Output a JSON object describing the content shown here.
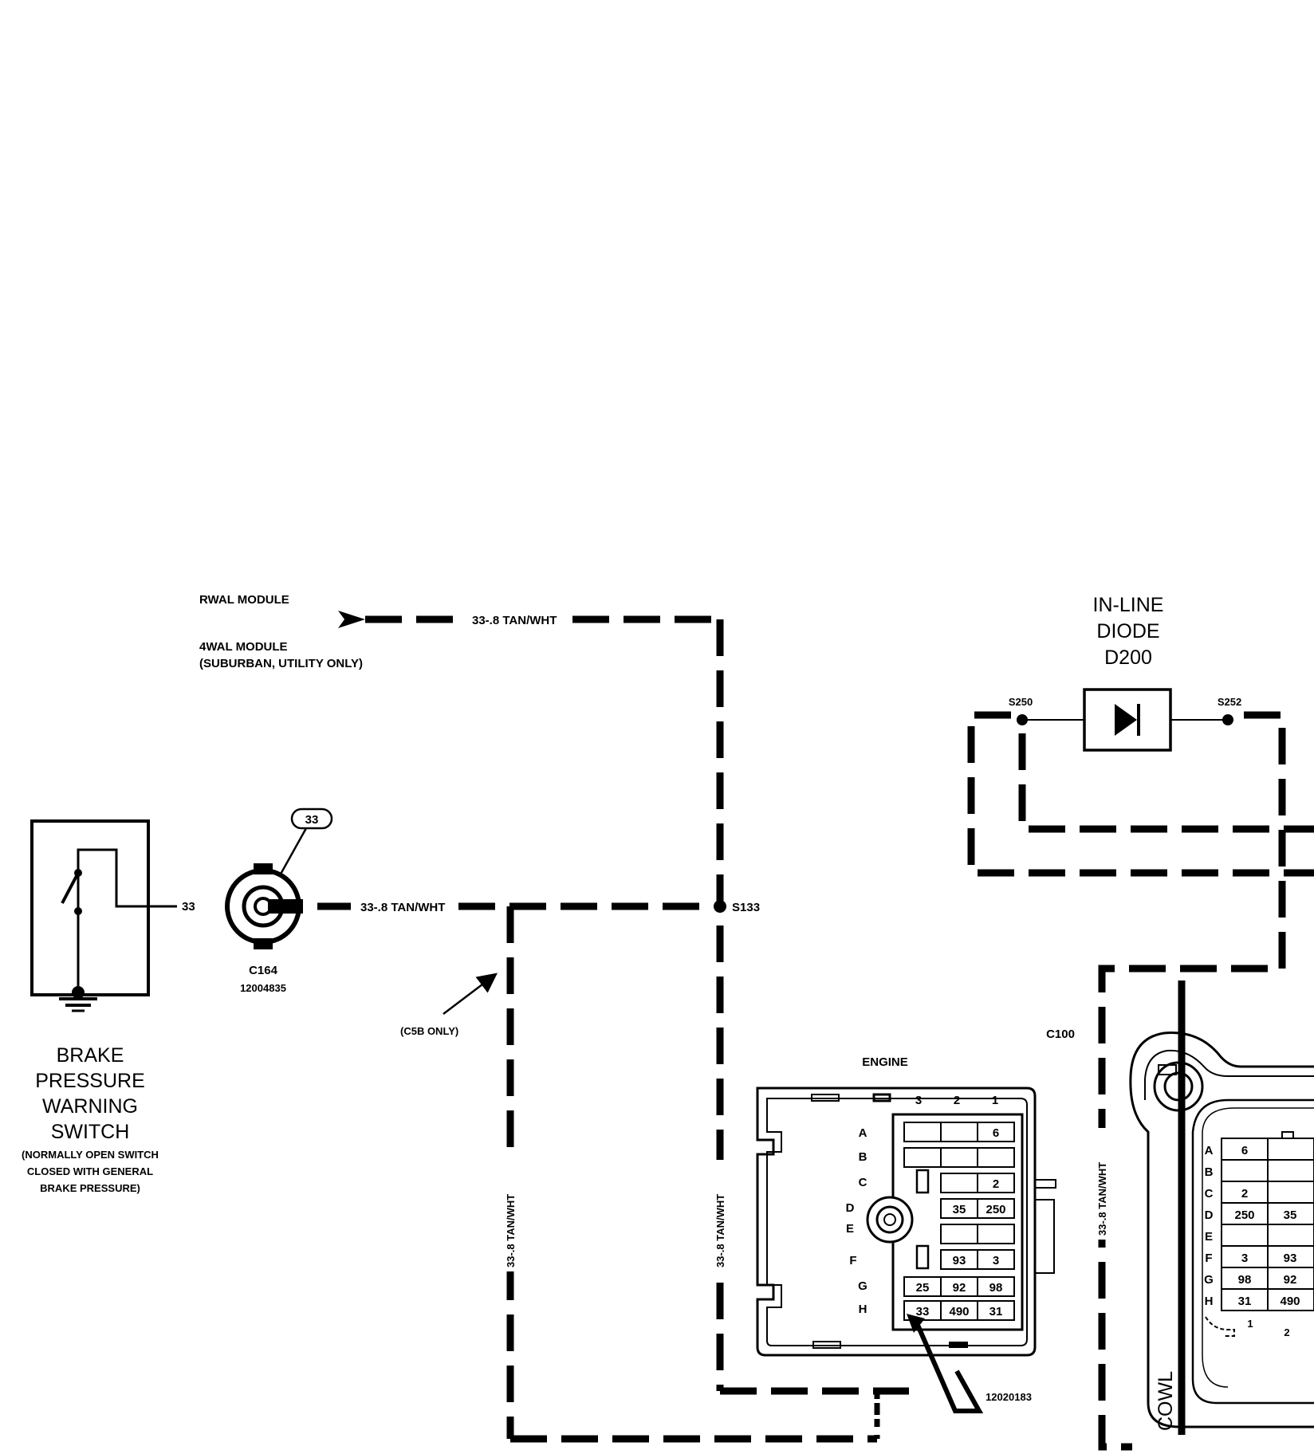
{
  "modules": {
    "rwal": "RWAL MODULE",
    "fwal": "4WAL MODULE",
    "fwal_note": "(SUBURBAN, UTILITY ONLY)"
  },
  "wires": {
    "top": "33-.8 TAN/WHT",
    "mid": "33-.8 TAN/WHT",
    "vert_left": "33-.8 TAN/WHT",
    "vert_mid": "33-.8 TAN/WHT",
    "vert_right": "33-.8 TAN/WHT"
  },
  "diode": {
    "title_line1": "IN-LINE",
    "title_line2": "DIODE",
    "title_line3": "D200",
    "splice_left": "S250",
    "splice_right": "S252"
  },
  "switch": {
    "circuit": "33",
    "line1": "BRAKE",
    "line2": "PRESSURE",
    "line3": "WARNING",
    "line4": "SWITCH",
    "note1": "(NORMALLY OPEN SWITCH",
    "note2": "CLOSED WITH GENERAL",
    "note3": "BRAKE PRESSURE)"
  },
  "connector_c164": {
    "pin": "33",
    "name": "C164",
    "part": "12004835"
  },
  "splice_s133": "S133",
  "c5b_note": "(C5B ONLY)",
  "c100": {
    "name": "C100",
    "engine_label": "ENGINE",
    "part": "12020183",
    "cowl": "COWL",
    "columns": [
      "3",
      "2",
      "1"
    ],
    "rows": [
      "A",
      "B",
      "C",
      "D",
      "E",
      "F",
      "G",
      "H"
    ],
    "engine_cells": {
      "A1": "6",
      "C1": "2",
      "D2": "35",
      "D1": "250",
      "F2": "93",
      "F1": "3",
      "G3": "25",
      "G2": "92",
      "G1": "98",
      "H3": "33",
      "H2": "490",
      "H1": "31"
    },
    "cowl_rows": [
      {
        "row": "A",
        "c1": "6",
        "c2": ""
      },
      {
        "row": "B",
        "c1": "",
        "c2": ""
      },
      {
        "row": "C",
        "c1": "2",
        "c2": ""
      },
      {
        "row": "D",
        "c1": "250",
        "c2": "35"
      },
      {
        "row": "E",
        "c1": "",
        "c2": ""
      },
      {
        "row": "F",
        "c1": "3",
        "c2": "93"
      },
      {
        "row": "G",
        "c1": "98",
        "c2": "92"
      },
      {
        "row": "H",
        "c1": "31",
        "c2": "490"
      }
    ],
    "cowl_cols": [
      "1",
      "2"
    ]
  }
}
